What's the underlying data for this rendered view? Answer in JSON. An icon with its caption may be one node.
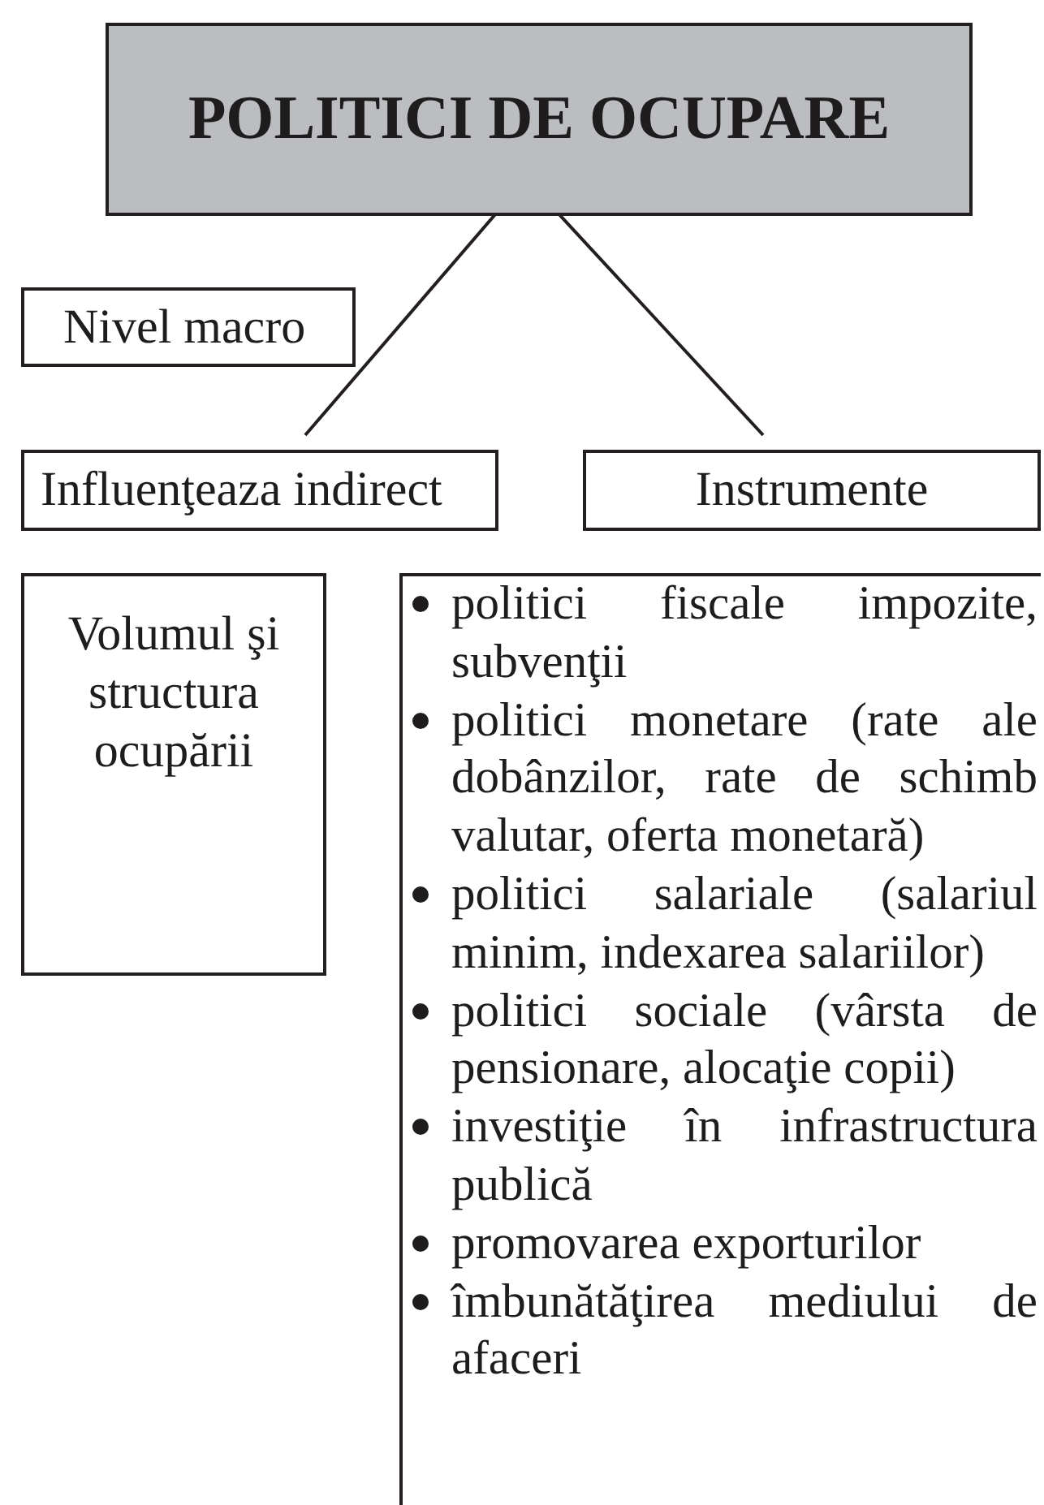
{
  "diagram": {
    "nodes": [
      {
        "text": [
          "POLITICI DE OCUPARE"
        ]
      },
      {
        "text": [
          "Nivel macro"
        ]
      },
      {
        "text": [
          "Influenţeaza indirect"
        ]
      },
      {
        "text": [
          "Instrumente"
        ]
      },
      {
        "text": [
          "Volumul şi structura ocupării"
        ]
      },
      {
        "text": [
          "politici fiscale impozite, subvenţii",
          "politici monetare (rate ale dobânzilor, rate de schimb valutar, oferta monetară)",
          "politici salariale (salariul minim, indexarea salariilor)",
          "politici sociale (vârsta de pensionare, alocaţie copii)",
          "investiţie în infrastructura publică",
          "promovarea exporturilor",
          "îmbunătăţirea mediului de afaceri"
        ]
      }
    ],
    "edges": [
      {
        "from": 0,
        "to": 2,
        "arrow": "none"
      },
      {
        "from": 0,
        "to": 3,
        "arrow": "none"
      }
    ]
  }
}
